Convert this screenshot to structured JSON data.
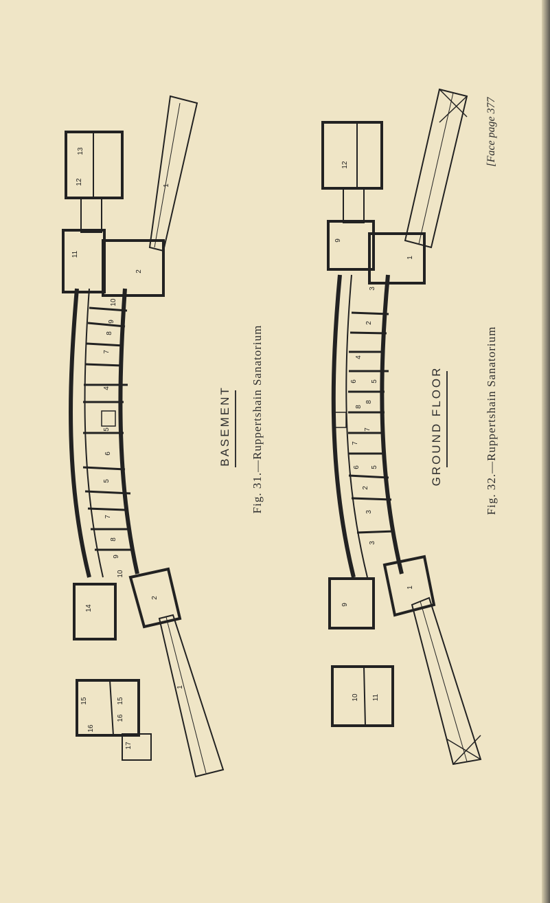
{
  "plans": {
    "basement": {
      "label": "BASEMENT",
      "caption": "Fig. 31.—Ruppertshain Sanatorium",
      "room_numbers": [
        "1",
        "2",
        "4",
        "5",
        "6",
        "7",
        "8",
        "9",
        "10",
        "11",
        "12",
        "13",
        "14",
        "15",
        "16",
        "17"
      ]
    },
    "ground_floor": {
      "label": "GROUND FLOOR",
      "caption": "Fig. 32.—Ruppertshain Sanatorium",
      "room_numbers": [
        "1",
        "2",
        "3",
        "4",
        "5",
        "6",
        "7",
        "8",
        "9",
        "10",
        "11",
        "12"
      ]
    }
  },
  "face_page": "[Face page 377"
}
